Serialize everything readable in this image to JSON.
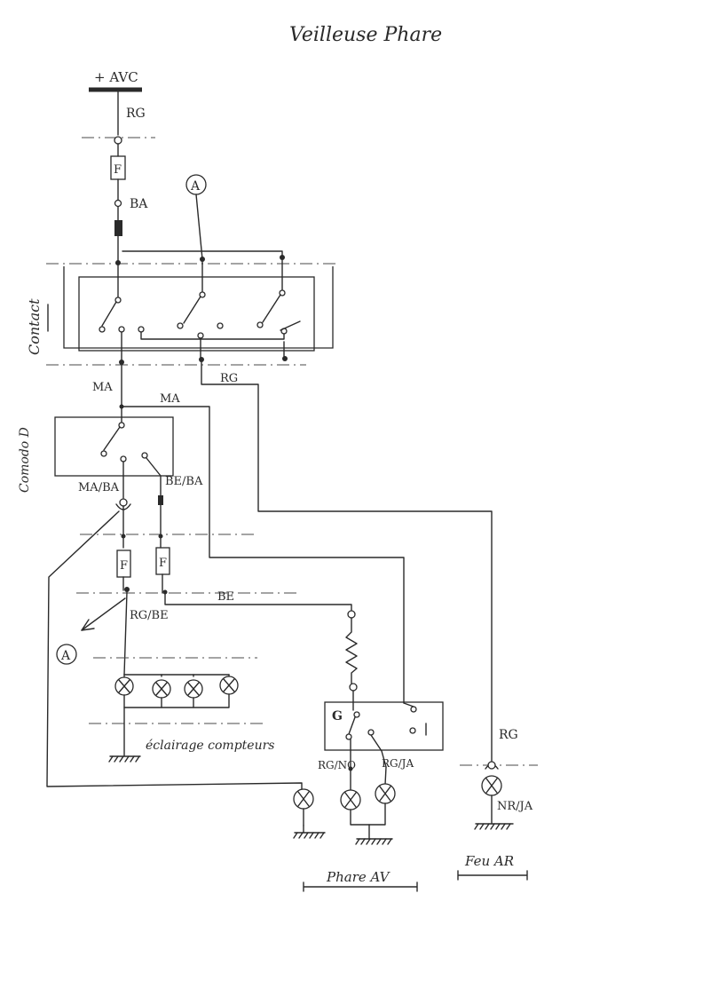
{
  "title": "Veilleuse Phare",
  "labels": {
    "supply": "+ AVC",
    "rg_top": "RG",
    "ba": "BA",
    "a_top": "A",
    "contact": "Contact",
    "ma_left": "MA",
    "ma_branch": "MA",
    "rg_contact": "RG",
    "comodo": "Comodo D",
    "ma_ba": "MA/BA",
    "be_ba": "BE/BA",
    "be": "BE",
    "rg_be": "RG/BE",
    "a_bottom": "A",
    "rg_right": "RG",
    "g": "G",
    "rg_no": "RG/NO",
    "rg_ja": "RG/JA",
    "nr_ja": "NR/JA",
    "eclairage": "éclairage compteurs",
    "fuse": "F",
    "phare_av": "Phare AV",
    "feu_ar": "Feu AR"
  }
}
